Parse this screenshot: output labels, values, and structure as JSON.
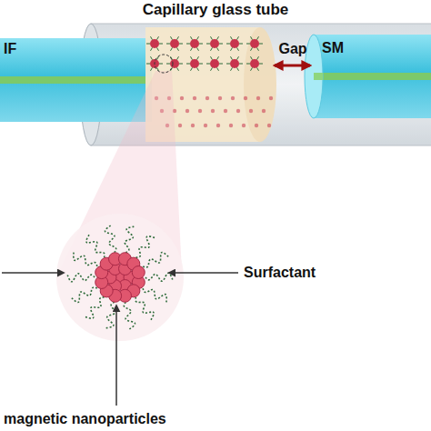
{
  "diagram": {
    "labels": [
      "Capillary glass tube",
      "IF",
      "Gap",
      "SM",
      "Surfactant",
      "magnetic nanoparticles"
    ]
  }
}
